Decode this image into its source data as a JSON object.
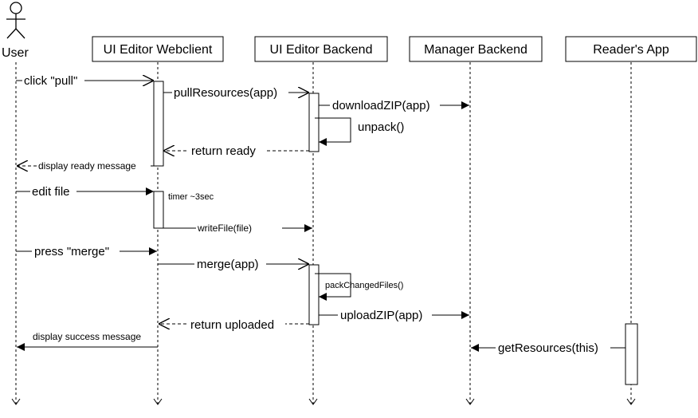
{
  "participants": {
    "user": "User",
    "webclient": "UI Editor Webclient",
    "editor_backend": "UI Editor  Backend",
    "manager_backend": "Manager Backend",
    "readers_app": "Reader's App"
  },
  "messages": {
    "m1": "click \"pull\"",
    "m2": "pullResources(app)",
    "m3": "downloadZIP(app)",
    "m4": "unpack()",
    "m5": "return ready",
    "m6": "display ready message",
    "m7": "edit file",
    "m8": "timer ~3sec",
    "m9": "writeFile(file)",
    "m10": "press \"merge\"",
    "m11": "merge(app)",
    "m12": "packChangedFiles()",
    "m13": "uploadZIP(app)",
    "m14": "return uploaded",
    "m15": "display success message",
    "m16": "getResources(this)"
  }
}
